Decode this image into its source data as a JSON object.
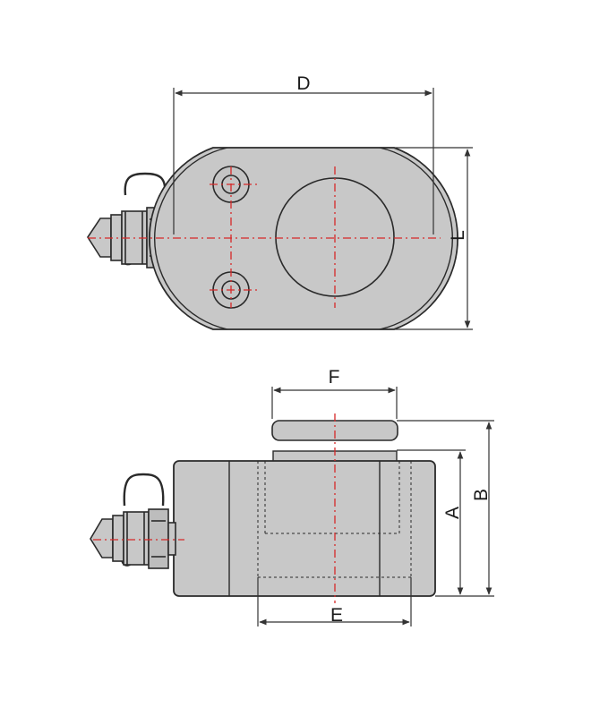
{
  "dimensions": {
    "D": "D",
    "L": "L",
    "F": "F",
    "A": "A",
    "B": "B",
    "E": "E"
  },
  "colors": {
    "body_fill": "#c8c8c8",
    "body_dark": "#a9a9a9",
    "outline": "#2a2a2a",
    "centerline": "#d62828",
    "dimension_line": "#333333"
  }
}
